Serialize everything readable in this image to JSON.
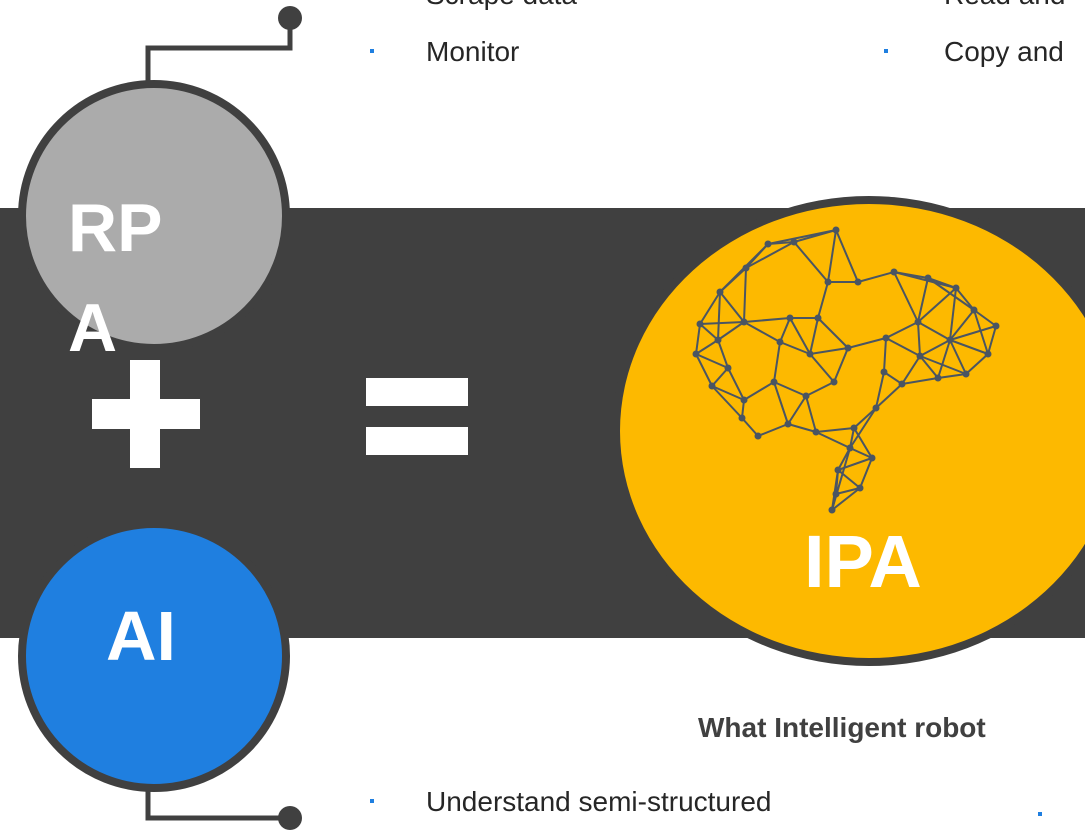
{
  "rpa": {
    "label": "RPA",
    "bullets_left": [
      "Scrape data",
      "Monitor"
    ],
    "bullets_right": [
      "Read and",
      "Copy and"
    ]
  },
  "ai": {
    "label": "AI",
    "bullets_left": [
      "Understand semi-structured"
    ]
  },
  "ipa": {
    "label": "IPA",
    "icon": "brain-network-icon",
    "heading": "What Intelligent robot"
  },
  "colors": {
    "band": "#404040",
    "rpa": "#ababab",
    "ai": "#1f7fe0",
    "ipa": "#fdb900",
    "bullet": "#1f7fe0"
  }
}
